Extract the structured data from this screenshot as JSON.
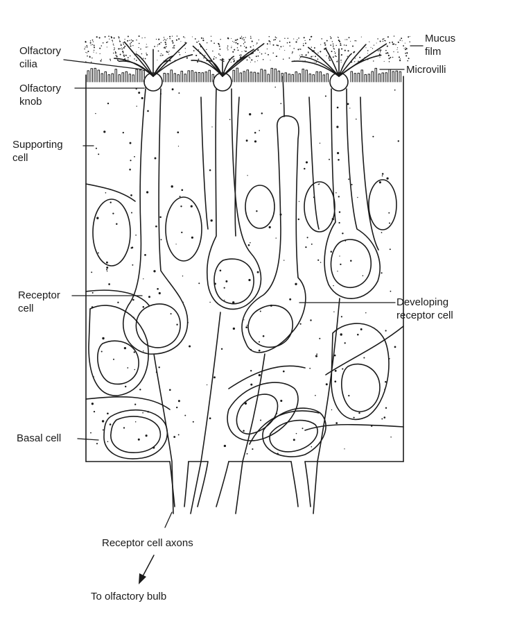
{
  "labels": {
    "olfactory_cilia": [
      "Olfactory",
      "cilia"
    ],
    "olfactory_knob": [
      "Olfactory",
      "knob"
    ],
    "supporting_cell": [
      "Supporting",
      "cell"
    ],
    "receptor_cell": [
      "Receptor",
      "cell"
    ],
    "basal_cell": [
      "Basal cell"
    ],
    "mucus_film": [
      "Mucus",
      "film"
    ],
    "microvilli": [
      "Microvilli"
    ],
    "developing_receptor_cell": [
      "Developing",
      "receptor cell"
    ],
    "receptor_cell_axons": [
      "Receptor cell axons"
    ],
    "to_olfactory_bulb": [
      "To olfactory bulb"
    ]
  },
  "colors": {
    "ink": "#1a1a1a",
    "paper": "#ffffff"
  }
}
